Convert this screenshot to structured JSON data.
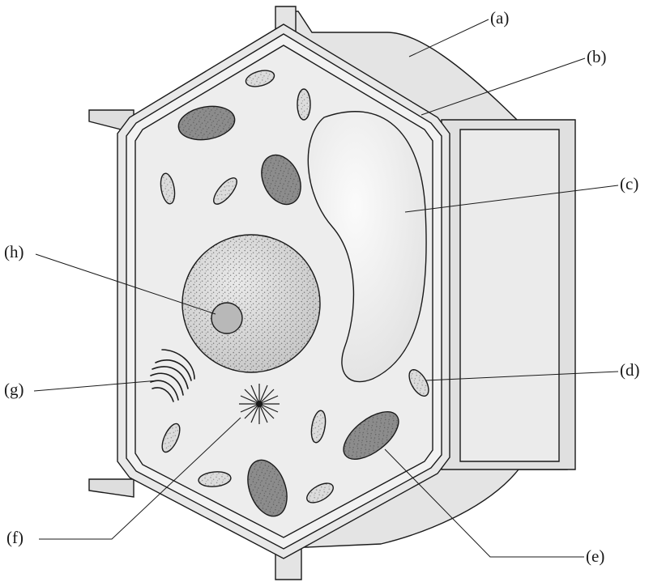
{
  "labels": {
    "a": "(a)",
    "b": "(b)",
    "c": "(c)",
    "d": "(d)",
    "e": "(e)",
    "f": "(f)",
    "g": "(g)",
    "h": "(h)"
  },
  "colors": {
    "background": "#ffffff",
    "wall": "#e6e6e6",
    "cytoplasm": "#ededed",
    "vacuole": "#f6f6f6",
    "organelle_dark": "#8c8c8c",
    "organelle_light": "#dcdcdc",
    "nucleus": "#d9d9d9",
    "outline": "#1a1a1a"
  }
}
